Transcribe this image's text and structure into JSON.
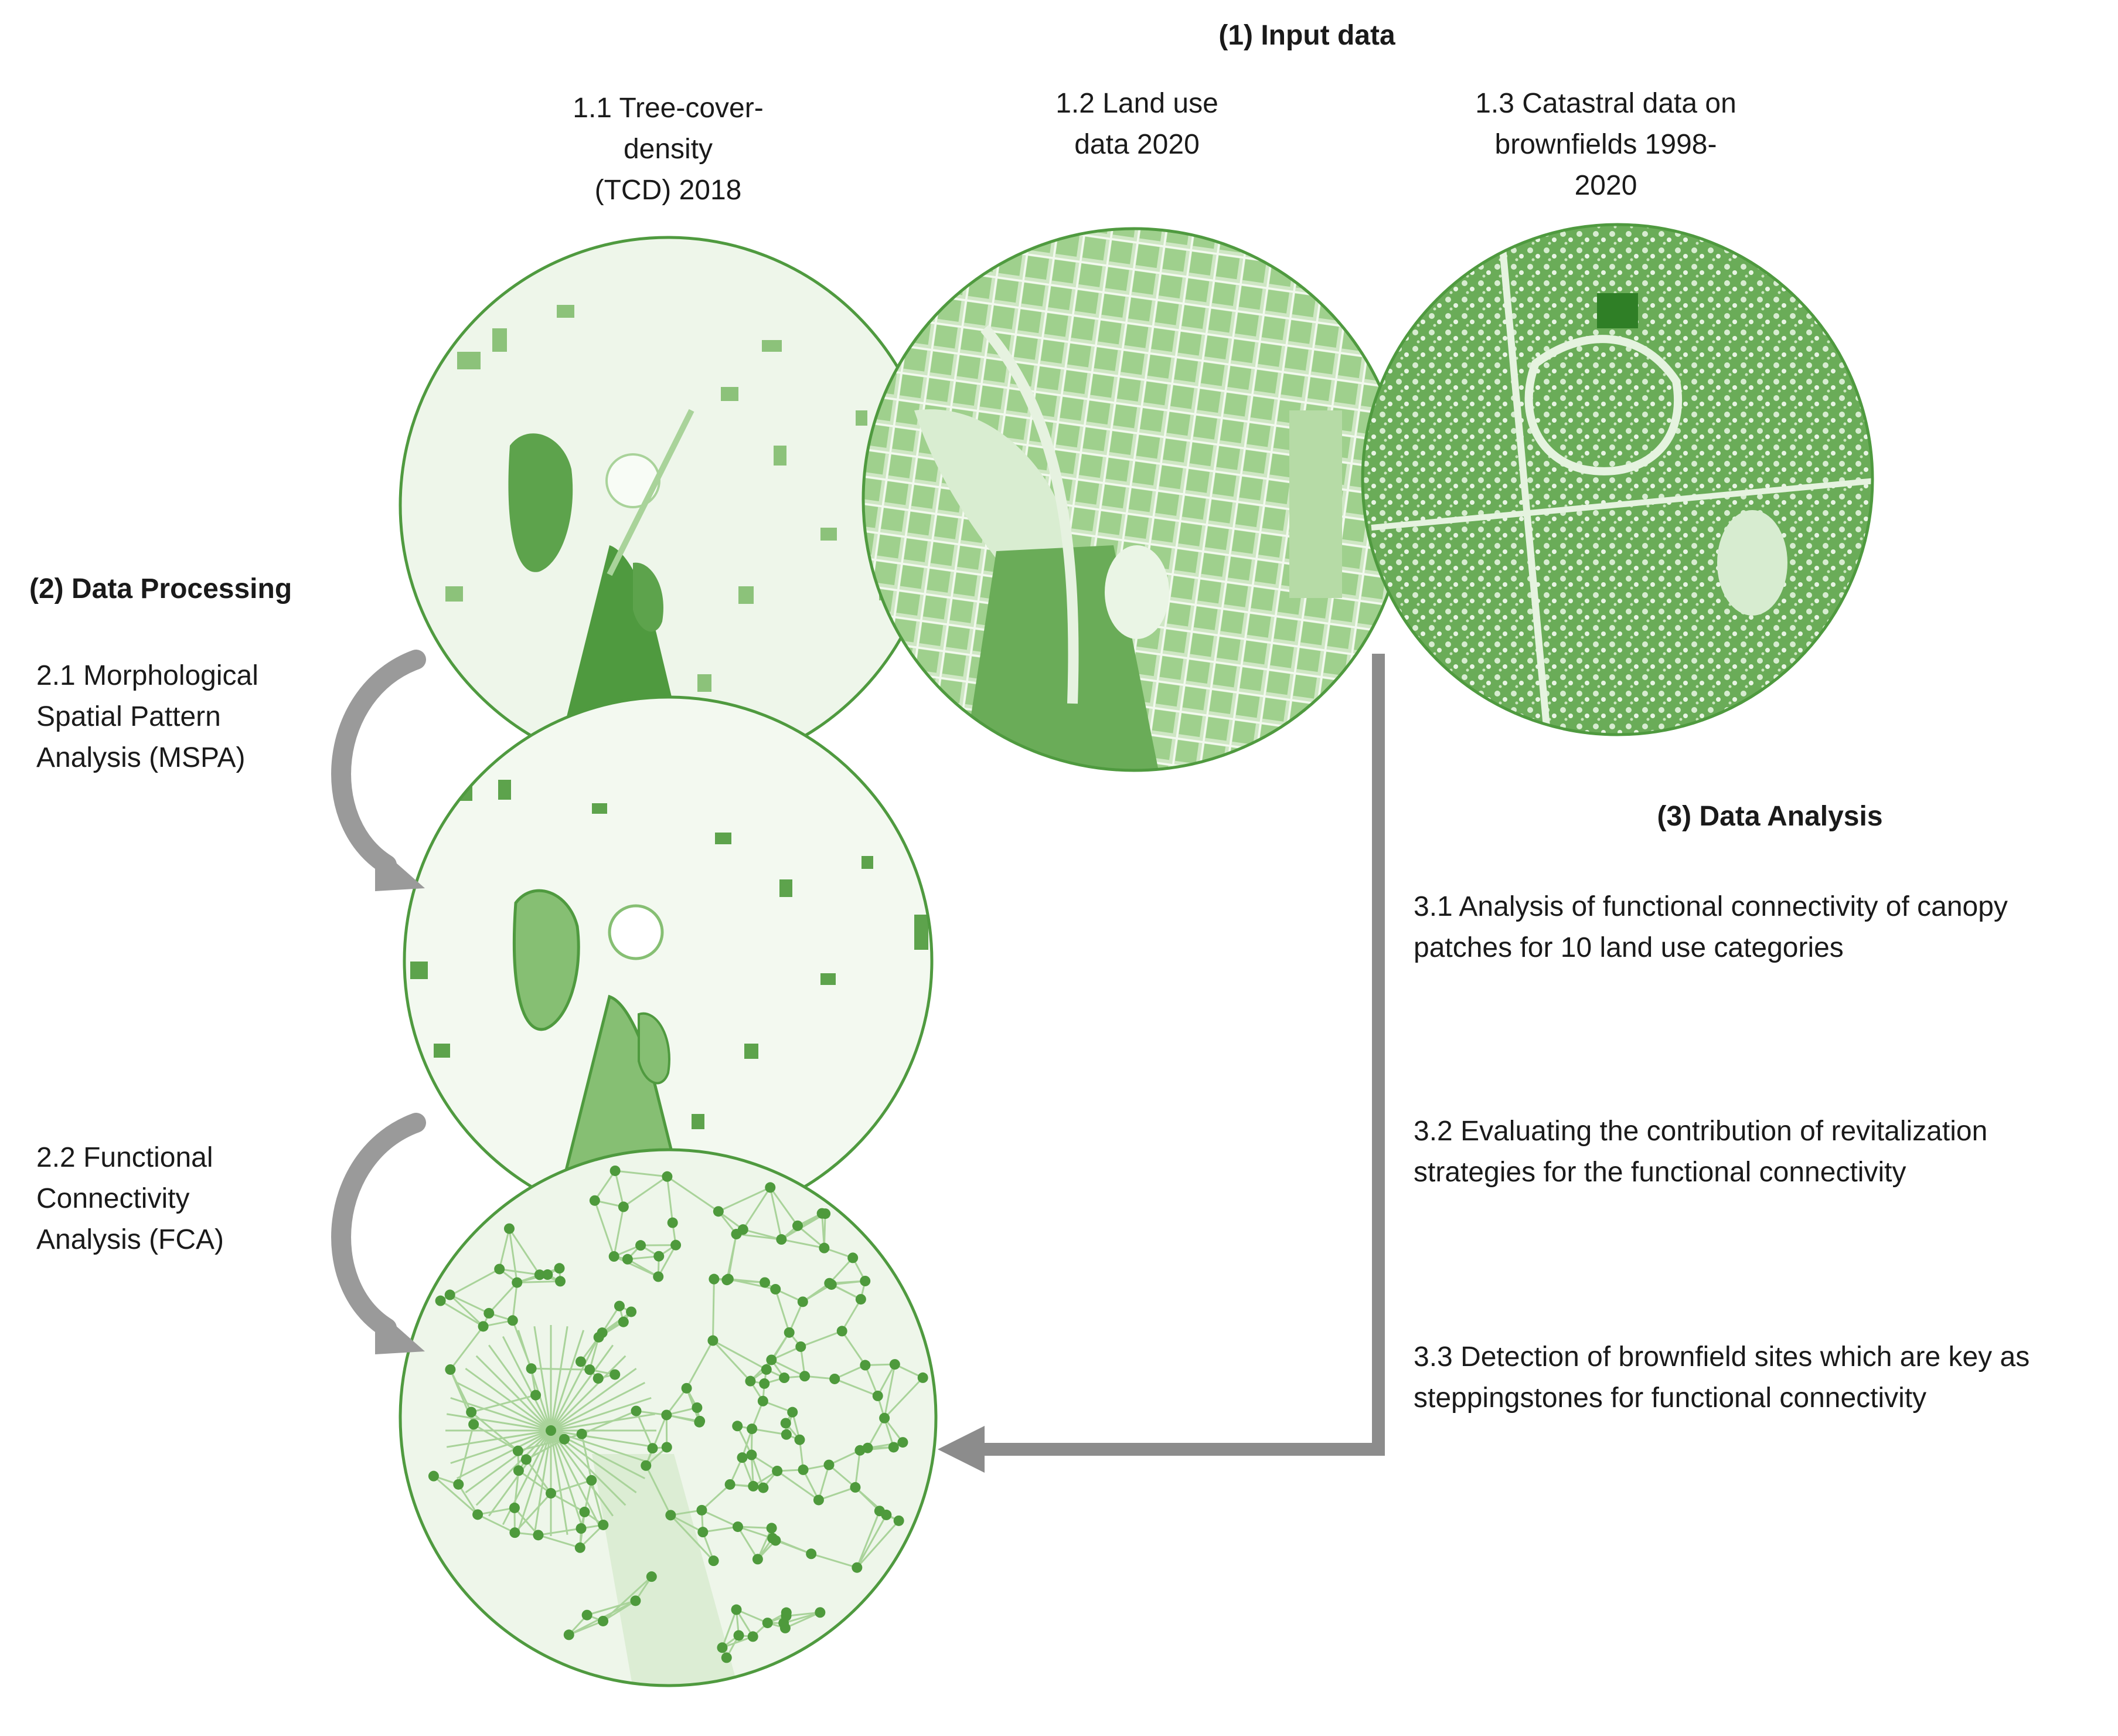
{
  "colors": {
    "circle_fill_light": "#e6f2e0",
    "circle_fill_mid": "#c7e3bb",
    "circle_stroke": "#4f9a3f",
    "patch_dark": "#5da34c",
    "patch_mid": "#86bf73",
    "node": "#4e9a3c",
    "arrow_grey": "#8c8c8c"
  },
  "sections": {
    "input": {
      "heading": "(1) Input data",
      "items": [
        {
          "label": "1.1 Tree-cover-\ndensity\n(TCD) 2018",
          "icon": "tree-cover-density-map"
        },
        {
          "label": "1.2 Land use\ndata 2020",
          "icon": "land-use-map"
        },
        {
          "label": "1.3 Catastral data on\nbrownfields 1998-\n2020",
          "icon": "cadastral-brownfields-map"
        }
      ]
    },
    "processing": {
      "heading": "(2) Data Processing",
      "items": [
        {
          "label": "2.1  Morphological\nSpatial Pattern\nAnalysis (MSPA)",
          "icon": "mspa-map"
        },
        {
          "label": "2.2  Functional\nConnectivity\nAnalysis (FCA)",
          "icon": "connectivity-network-map"
        }
      ]
    },
    "analysis": {
      "heading": "(3) Data Analysis",
      "items": [
        {
          "label": "3.1 Analysis of functional connectivity of canopy\npatches  for 10 land use categories"
        },
        {
          "label": "3.2 Evaluating the contribution of revitalization\nstrategies for the functional connectivity"
        },
        {
          "label": "3.3 Detection of brownfield sites which are key as\nsteppingstones for functional connectivity"
        }
      ]
    }
  }
}
